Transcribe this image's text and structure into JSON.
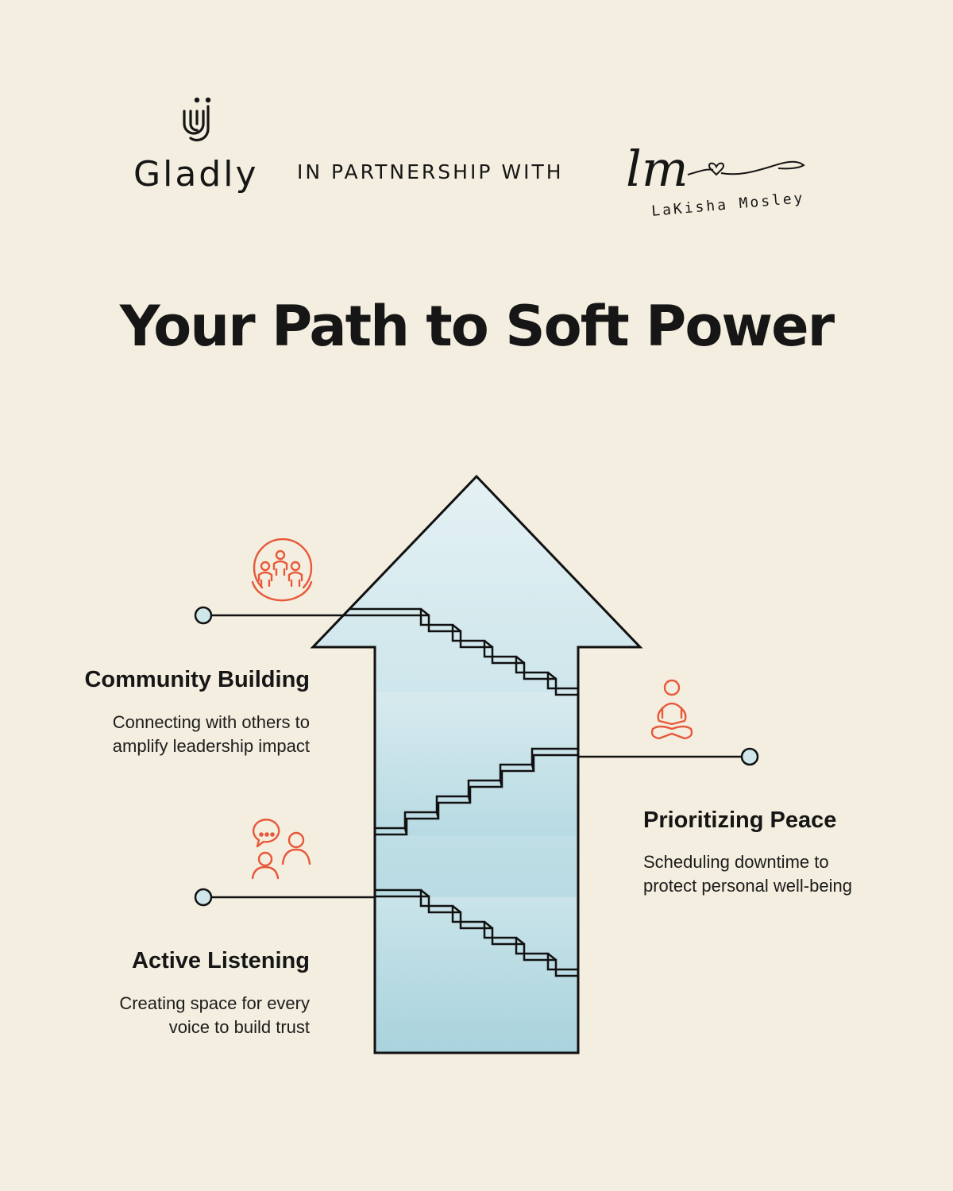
{
  "header": {
    "brand_name": "Gladly",
    "partnership_text": "IN PARTNERSHIP WITH",
    "partner_monogram": "lm",
    "partner_name": "LaKisha Mosley"
  },
  "title": "Your Path to Soft Power",
  "steps": [
    {
      "title": "Community Building",
      "description_lines": [
        "Connecting with others to",
        "amplify leadership impact"
      ],
      "icon": "community-icon"
    },
    {
      "title": "Prioritizing Peace",
      "description_lines": [
        "Scheduling downtime to",
        "protect personal well-being"
      ],
      "icon": "meditation-icon"
    },
    {
      "title": "Active Listening",
      "description_lines": [
        "Creating space for every",
        "voice to build trust"
      ],
      "icon": "conversation-icon"
    }
  ],
  "colors": {
    "background": "#f3eedf",
    "arrow_fill_top": "#e4f1f4",
    "arrow_fill_bottom": "#a9d3dd",
    "icon_accent": "#e8583a",
    "outline": "#111111",
    "node_fill": "#cfe6ea"
  }
}
